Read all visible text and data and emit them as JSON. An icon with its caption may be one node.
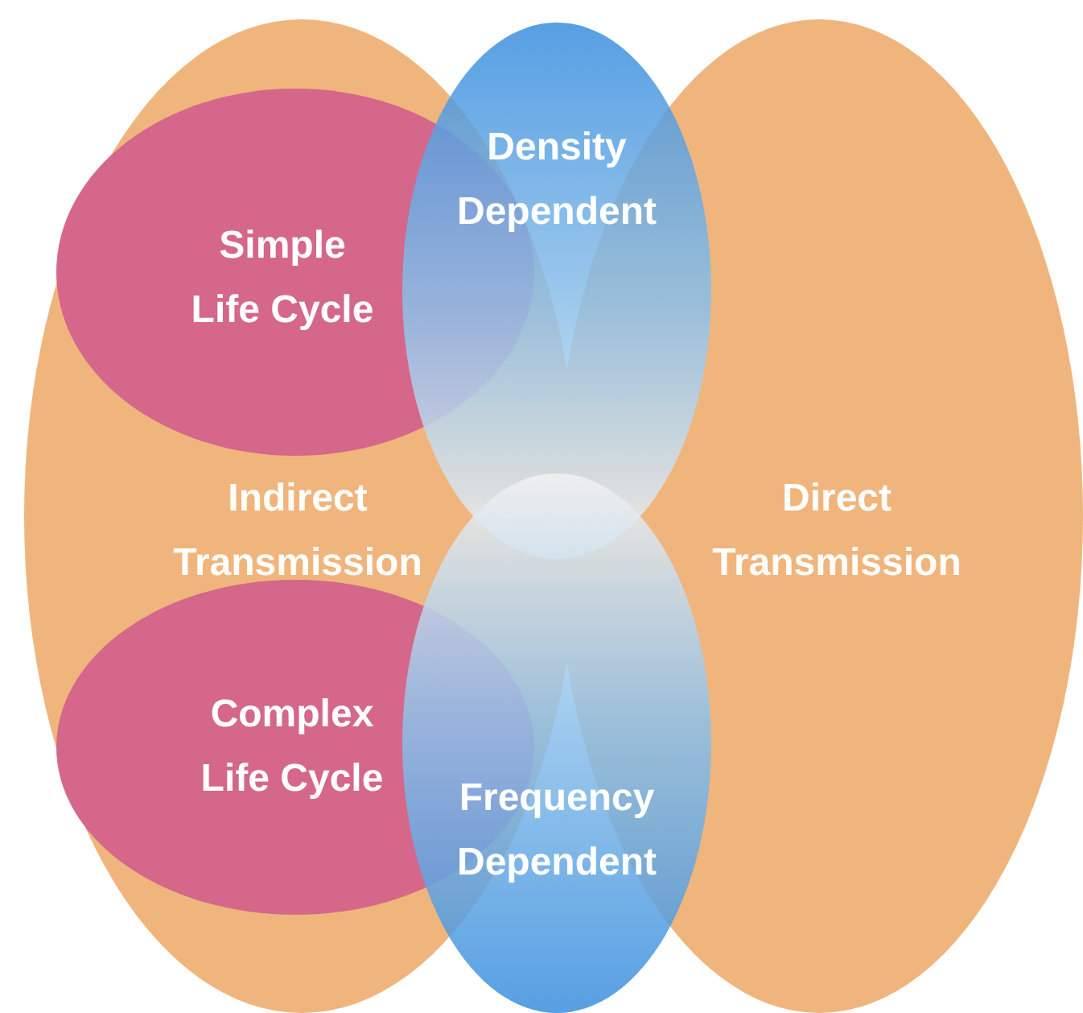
{
  "diagram": {
    "nodes": [
      {
        "text": [
          "Indirect Transmission"
        ]
      },
      {
        "text": [
          "Direct Transmission"
        ]
      },
      {
        "text": [
          "Simple Life Cycle"
        ],
        "in": 0
      },
      {
        "text": [
          "Complex Life Cycle"
        ],
        "in": 0
      },
      {
        "text": [
          "Density Dependent"
        ]
      },
      {
        "text": [
          "Frequency Dependent"
        ]
      }
    ]
  }
}
